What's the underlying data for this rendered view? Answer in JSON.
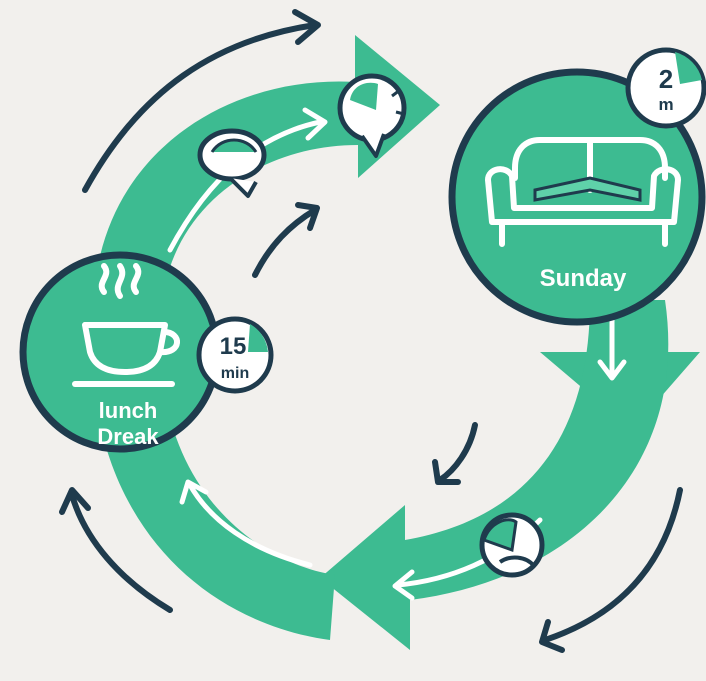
{
  "colors": {
    "background": "#f2f0ed",
    "teal": "#3dbb91",
    "teal_light": "#5fd1a9",
    "navy": "#1f3b4d",
    "white": "#ffffff"
  },
  "nodes": {
    "lunch": {
      "line1": "lunch",
      "line2": "Dreak",
      "badge_value": "15",
      "badge_unit": "min",
      "icon": "coffee-cup-icon"
    },
    "sunday": {
      "label": "Sunday",
      "badge_value": "2",
      "badge_unit": "m",
      "icon": "sofa-book-icon"
    }
  },
  "icons": [
    "chat-bubble-icon",
    "tea-pot-icon",
    "apple-icon"
  ]
}
